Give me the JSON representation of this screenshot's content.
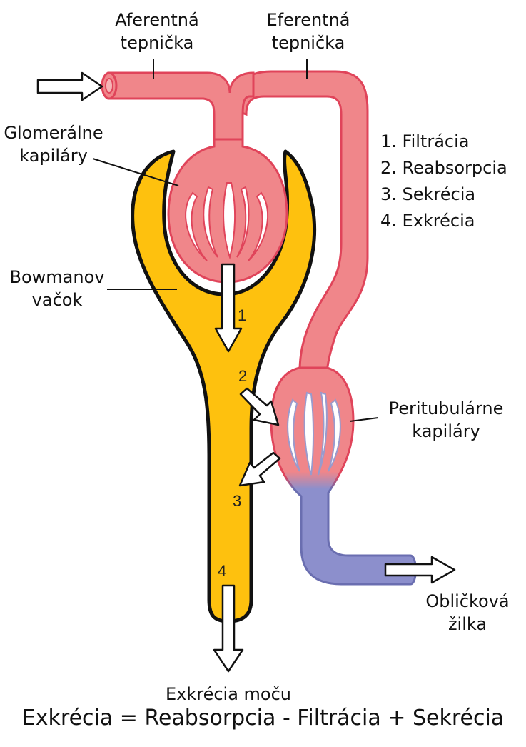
{
  "labels": {
    "afferent": [
      "Aferentná",
      "tepnička"
    ],
    "efferent": [
      "Eferentná",
      "tepnička"
    ],
    "glomerular": [
      "Glomerálne",
      "kapiláry"
    ],
    "bowman": [
      "Bowmanov",
      "vačok"
    ],
    "peritubular": [
      "Peritubulárne",
      "kapiláry"
    ],
    "renal_vein": [
      "Obličková",
      "žilka"
    ],
    "urine": "Exkrécia moču"
  },
  "steps": [
    "1. Filtrácia",
    "2. Reabsorpcia",
    "3. Sekrécia",
    "4. Exkrécia"
  ],
  "arrow_numbers": [
    "1",
    "2",
    "3",
    "4"
  ],
  "formula": "Exkrécia = Reabsorpcia - Filtrácia + Sekrécia",
  "colors": {
    "artery": "#f0868a",
    "artery_edge": "#e0445a",
    "vein": "#8c8fcc",
    "vein_edge": "#6a6eb0",
    "tubule": "#fec10e",
    "outline": "#111111"
  }
}
